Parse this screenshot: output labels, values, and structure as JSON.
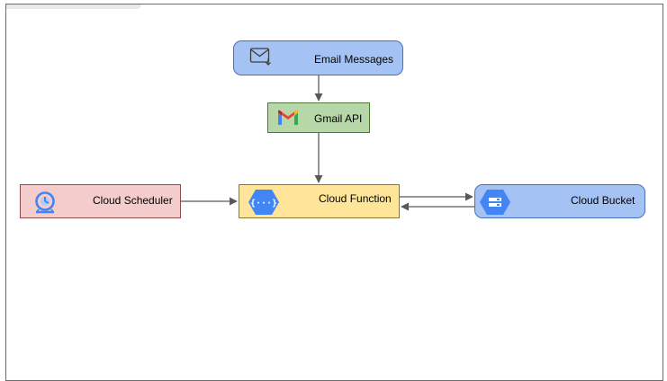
{
  "diagram": {
    "nodes": {
      "email": {
        "label": "Email Messages",
        "icon": "email-download-icon"
      },
      "gmail": {
        "label": "Gmail API",
        "icon": "gmail-icon"
      },
      "scheduler": {
        "label": "Cloud Scheduler",
        "icon": "cloud-scheduler-icon"
      },
      "function": {
        "label": "Cloud Function",
        "icon": "cloud-function-icon"
      },
      "bucket": {
        "label": "Cloud Bucket",
        "icon": "cloud-storage-icon"
      }
    },
    "edges": [
      {
        "from": "email",
        "to": "gmail"
      },
      {
        "from": "gmail",
        "to": "function"
      },
      {
        "from": "scheduler",
        "to": "function"
      },
      {
        "from": "function",
        "to": "bucket"
      },
      {
        "from": "bucket",
        "to": "function"
      }
    ],
    "colors": {
      "email_fill": "#a4c2f4",
      "gmail_fill": "#b7d7a8",
      "scheduler_fill": "#f4cccc",
      "function_fill": "#ffe599",
      "bucket_fill": "#a4c2f4",
      "edge": "#595959",
      "gcp_blue": "#4285f4"
    }
  }
}
